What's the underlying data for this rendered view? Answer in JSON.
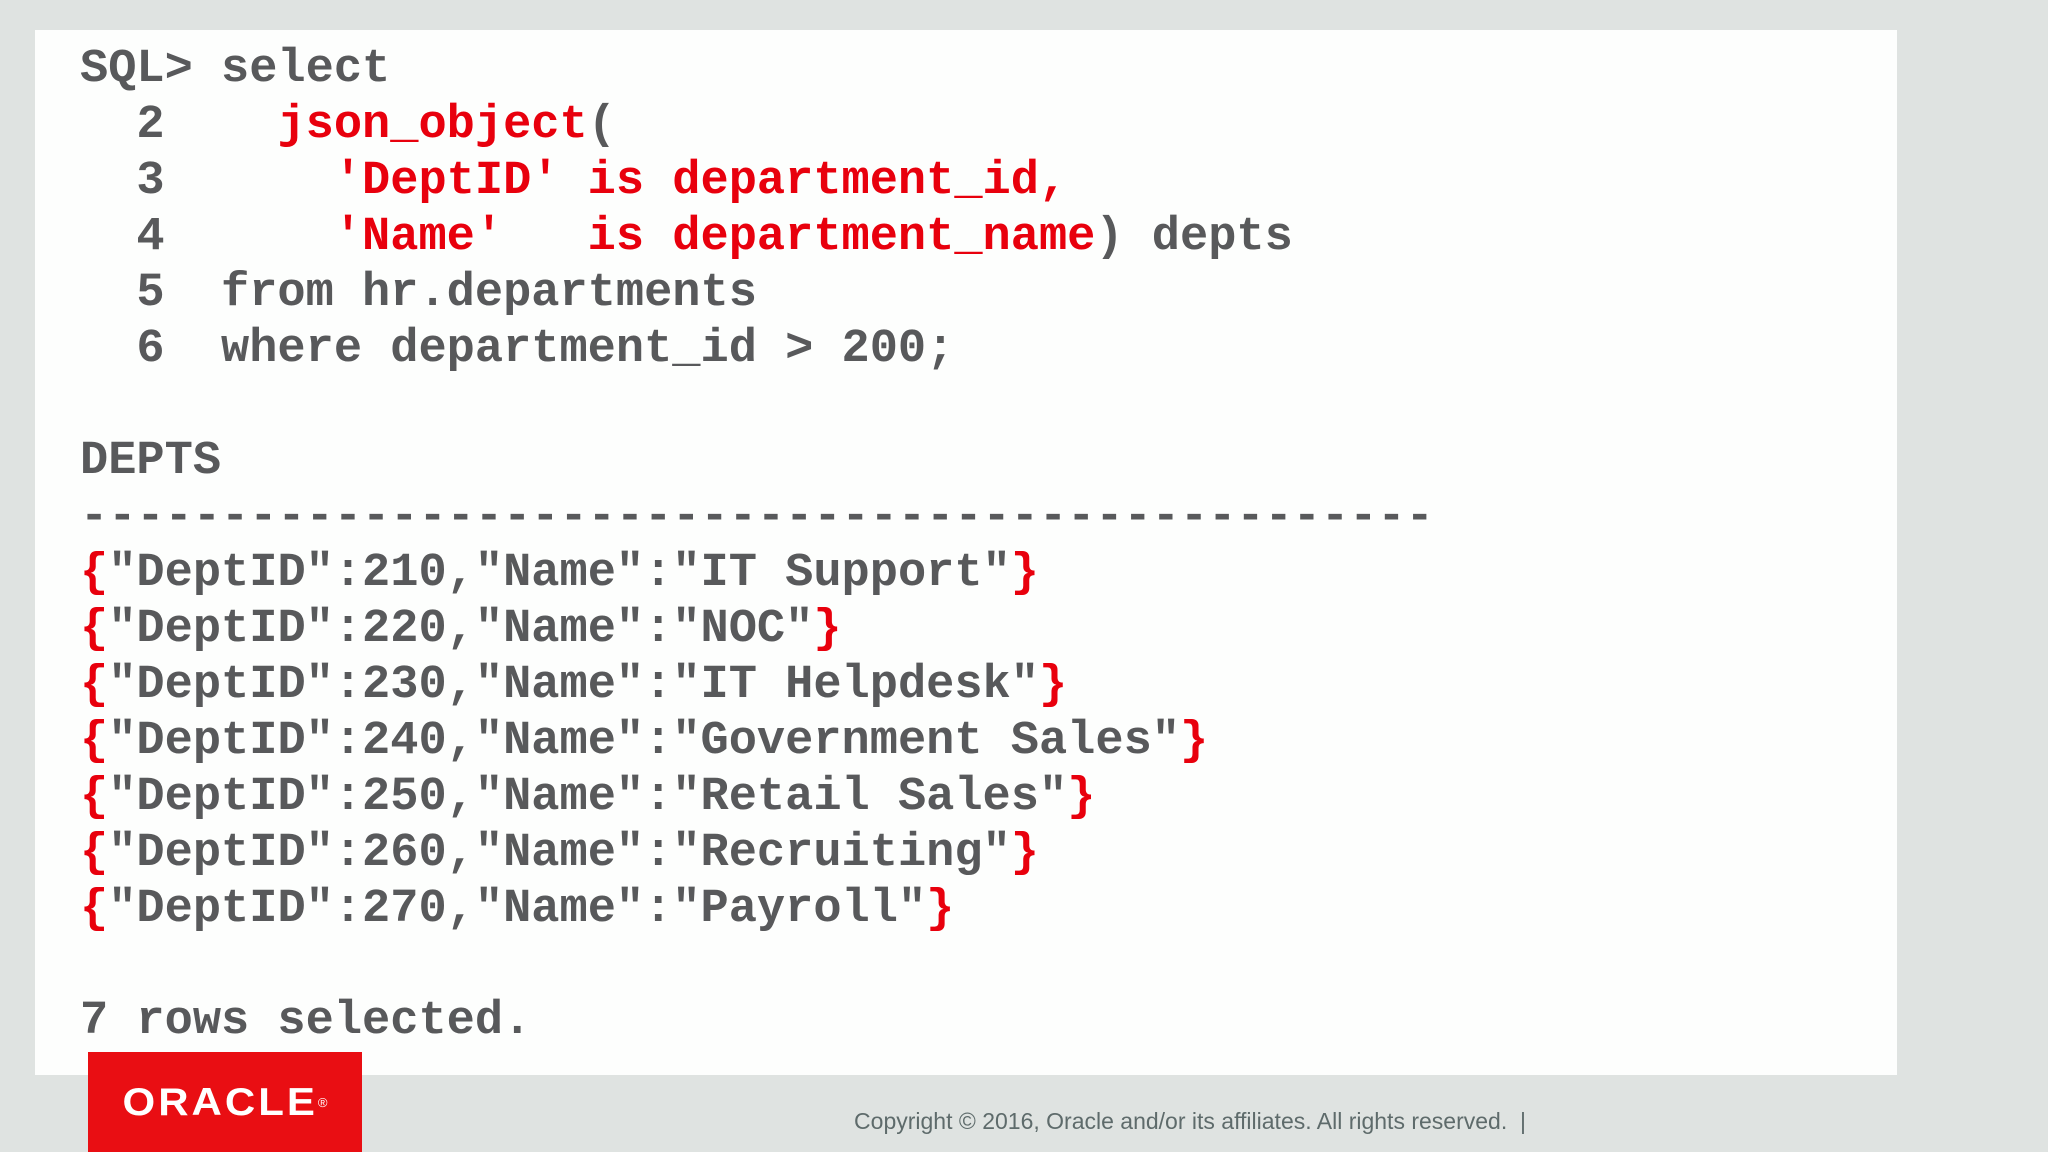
{
  "colors": {
    "page_background": "#dfe3e1",
    "slide_background": "#fdfefd",
    "code_gray": "#58595b",
    "code_red": "#e8000d",
    "oracle_red": "#e90e13",
    "footer_text": "#5e6b6b"
  },
  "terminal": {
    "lines": [
      {
        "tokens": [
          {
            "t": "SQL> select",
            "c": "gray"
          }
        ]
      },
      {
        "tokens": [
          {
            "t": "  2    ",
            "c": "gray"
          },
          {
            "t": "json_object",
            "c": "red"
          },
          {
            "t": "(",
            "c": "gray"
          }
        ]
      },
      {
        "tokens": [
          {
            "t": "  3      ",
            "c": "gray"
          },
          {
            "t": "'DeptID' is department_id,",
            "c": "red"
          }
        ]
      },
      {
        "tokens": [
          {
            "t": "  4      ",
            "c": "gray"
          },
          {
            "t": "'Name'   is department_name",
            "c": "red"
          },
          {
            "t": ") depts",
            "c": "gray"
          }
        ]
      },
      {
        "tokens": [
          {
            "t": "  5  from hr.departments",
            "c": "gray"
          }
        ]
      },
      {
        "tokens": [
          {
            "t": "  6  where department_id > 200;",
            "c": "gray"
          }
        ]
      },
      {
        "tokens": []
      },
      {
        "tokens": [
          {
            "t": "DEPTS",
            "c": "gray"
          }
        ]
      },
      {
        "tokens": [
          {
            "t": "------------------------------------------------",
            "c": "gray"
          }
        ]
      },
      {
        "tokens": [
          {
            "t": "{",
            "c": "red"
          },
          {
            "t": "\"DeptID\":210,\"Name\":\"IT Support\"",
            "c": "gray"
          },
          {
            "t": "}",
            "c": "red"
          }
        ]
      },
      {
        "tokens": [
          {
            "t": "{",
            "c": "red"
          },
          {
            "t": "\"DeptID\":220,\"Name\":\"NOC\"",
            "c": "gray"
          },
          {
            "t": "}",
            "c": "red"
          }
        ]
      },
      {
        "tokens": [
          {
            "t": "{",
            "c": "red"
          },
          {
            "t": "\"DeptID\":230,\"Name\":\"IT Helpdesk\"",
            "c": "gray"
          },
          {
            "t": "}",
            "c": "red"
          }
        ]
      },
      {
        "tokens": [
          {
            "t": "{",
            "c": "red"
          },
          {
            "t": "\"DeptID\":240,\"Name\":\"Government Sales\"",
            "c": "gray"
          },
          {
            "t": "}",
            "c": "red"
          }
        ]
      },
      {
        "tokens": [
          {
            "t": "{",
            "c": "red"
          },
          {
            "t": "\"DeptID\":250,\"Name\":\"Retail Sales\"",
            "c": "gray"
          },
          {
            "t": "}",
            "c": "red"
          }
        ]
      },
      {
        "tokens": [
          {
            "t": "{",
            "c": "red"
          },
          {
            "t": "\"DeptID\":260,\"Name\":\"Recruiting\"",
            "c": "gray"
          },
          {
            "t": "}",
            "c": "red"
          }
        ]
      },
      {
        "tokens": [
          {
            "t": "{",
            "c": "red"
          },
          {
            "t": "\"DeptID\":270,\"Name\":\"Payroll\"",
            "c": "gray"
          },
          {
            "t": "}",
            "c": "red"
          }
        ]
      },
      {
        "tokens": []
      },
      {
        "tokens": [
          {
            "t": "7 rows selected.",
            "c": "gray"
          }
        ]
      }
    ]
  },
  "result": {
    "column_header": "DEPTS",
    "rows": [
      {
        "DeptID": 210,
        "Name": "IT Support"
      },
      {
        "DeptID": 220,
        "Name": "NOC"
      },
      {
        "DeptID": 230,
        "Name": "IT Helpdesk"
      },
      {
        "DeptID": 240,
        "Name": "Government Sales"
      },
      {
        "DeptID": 250,
        "Name": "Retail Sales"
      },
      {
        "DeptID": 260,
        "Name": "Recruiting"
      },
      {
        "DeptID": 270,
        "Name": "Payroll"
      }
    ],
    "status": "7 rows selected."
  },
  "footer": {
    "logo_text": "ORACLE",
    "logo_mark": "®",
    "copyright": "Copyright © 2016, Oracle and/or its affiliates. All rights reserved.  |"
  }
}
